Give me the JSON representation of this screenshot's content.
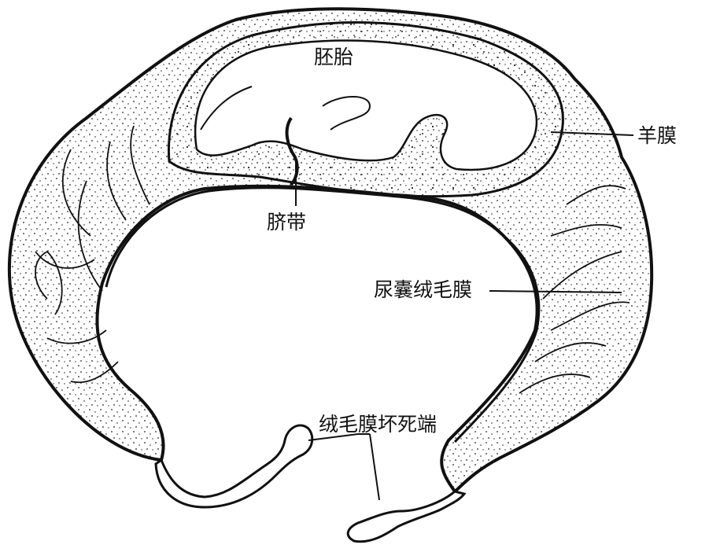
{
  "labels": {
    "embryo": "胚胎",
    "amnion": "羊膜",
    "umbilical_cord": "脐带",
    "allantochorion": "尿囊绒毛膜",
    "necrotic_tip": "绒毛膜坏死端"
  },
  "colors": {
    "ink": "#111111",
    "paper": "#ffffff"
  }
}
